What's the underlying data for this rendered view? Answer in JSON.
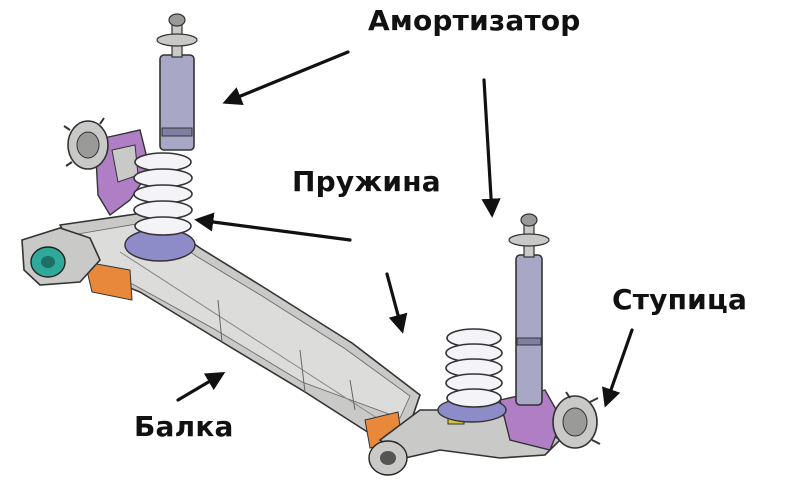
{
  "labels": {
    "shock_absorber": "Амортизатор",
    "spring": "Пружина",
    "hub": "Ступица",
    "beam": "Балка"
  },
  "colors": {
    "beam": "#c9c9c7",
    "shock_body": "#a8a8c6",
    "spring": "#f3f3f8",
    "bracket": "#b07ec4",
    "spring_seat": "#8e8cc8",
    "bushing": "#2ea99a",
    "orange_part": "#e8883a",
    "arrow": "#111111",
    "text": "#111111"
  },
  "icons": [
    "rear-beam-suspension-illustration",
    "pointer-arrow"
  ]
}
